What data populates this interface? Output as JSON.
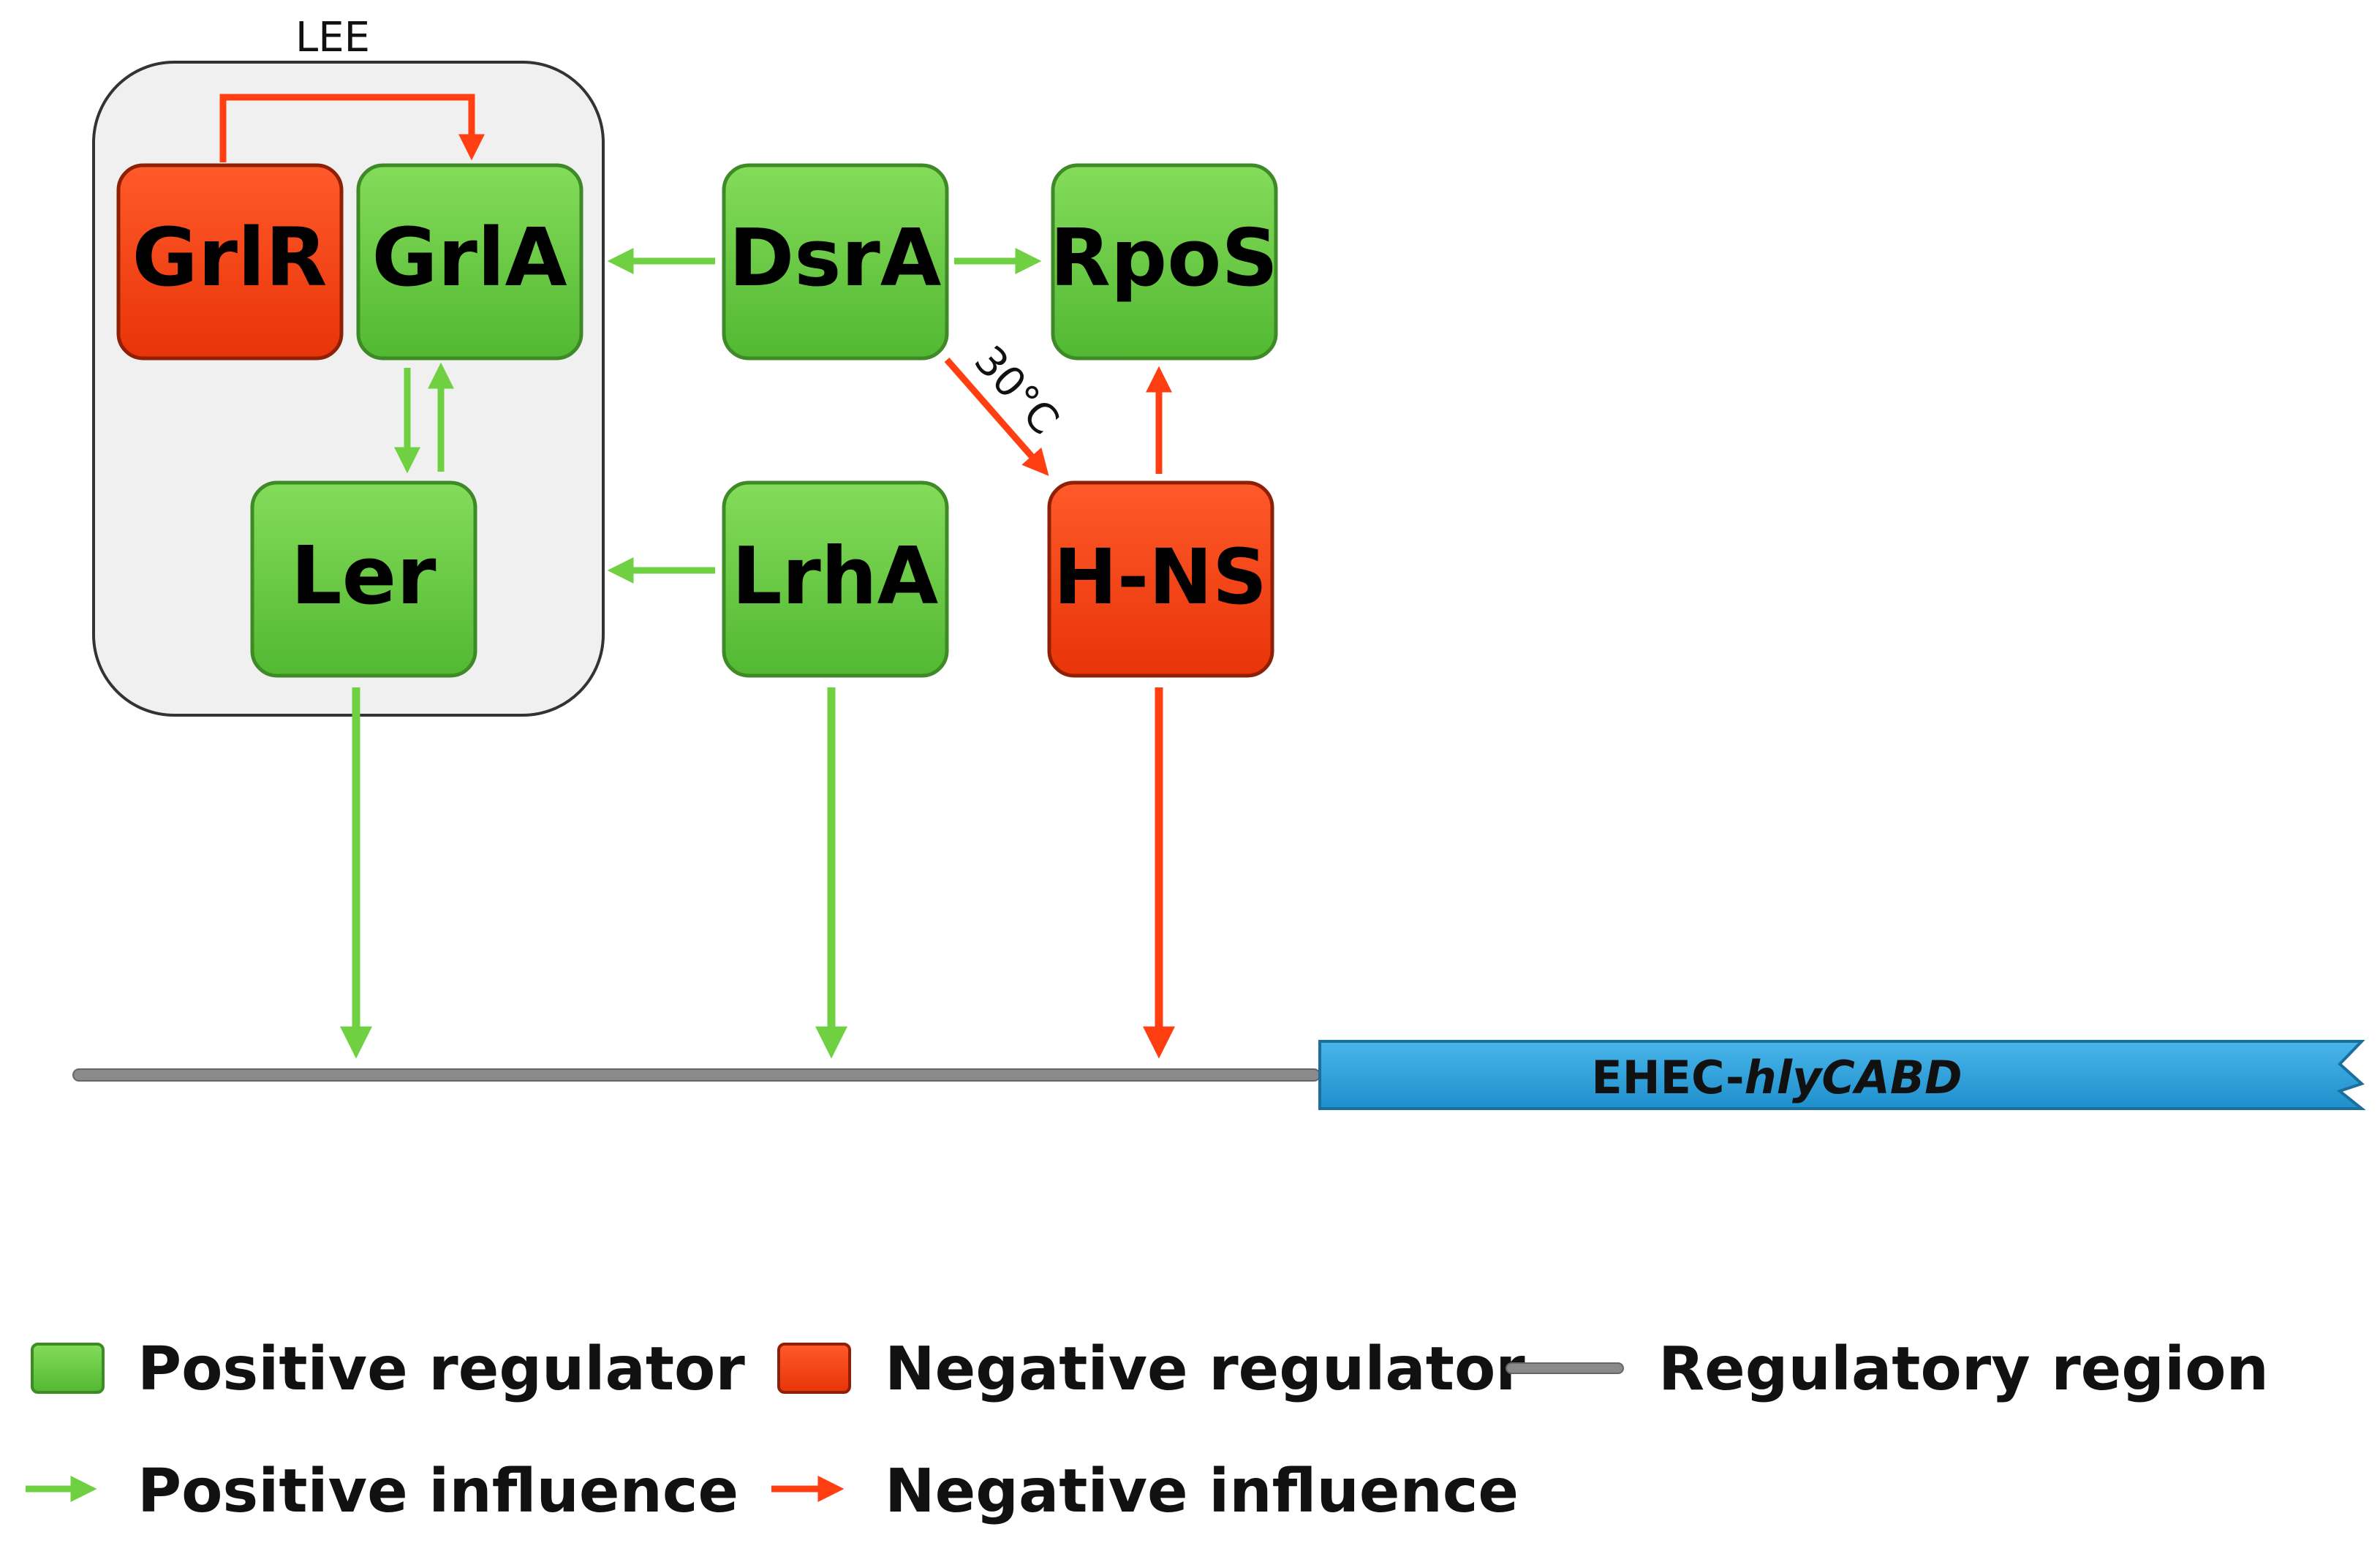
{
  "colors": {
    "positive": "#62cc3e",
    "positive_border": "#3e8a27",
    "negative": "#ff3f0f",
    "negative_border": "#b02a08",
    "arrow_positive": "#6fd041",
    "arrow_negative": "#ff3f12",
    "gene": "#2ea3dc",
    "gene_border": "#1a6f9c",
    "region_line": "#8a8a8a",
    "lee_background": "#f0f0f0",
    "lee_border": "#333333"
  },
  "lee": {
    "label": "LEE"
  },
  "nodes": {
    "grlr": {
      "label": "GrlR",
      "kind": "negative"
    },
    "grla": {
      "label": "GrlA",
      "kind": "positive"
    },
    "dsra": {
      "label": "DsrA",
      "kind": "positive"
    },
    "rpos": {
      "label": "RpoS",
      "kind": "positive"
    },
    "ler": {
      "label": "Ler",
      "kind": "positive"
    },
    "lrha": {
      "label": "LrhA",
      "kind": "positive"
    },
    "hns": {
      "label": "H-NS",
      "kind": "negative"
    }
  },
  "edges": [
    {
      "from": "GrlR",
      "to": "GrlA",
      "kind": "negative"
    },
    {
      "from": "DsrA",
      "to": "GrlA",
      "kind": "positive"
    },
    {
      "from": "DsrA",
      "to": "RpoS",
      "kind": "positive"
    },
    {
      "from": "DsrA",
      "to": "H-NS",
      "kind": "negative",
      "label": "30°C"
    },
    {
      "from": "H-NS",
      "to": "RpoS",
      "kind": "negative"
    },
    {
      "from": "GrlA",
      "to": "Ler",
      "kind": "positive"
    },
    {
      "from": "Ler",
      "to": "GrlA",
      "kind": "positive"
    },
    {
      "from": "LrhA",
      "to": "Ler",
      "kind": "positive"
    },
    {
      "from": "Ler",
      "to": "EHEC-hlyCABD",
      "kind": "positive"
    },
    {
      "from": "LrhA",
      "to": "EHEC-hlyCABD",
      "kind": "positive"
    },
    {
      "from": "H-NS",
      "to": "EHEC-hlyCABD",
      "kind": "negative"
    }
  ],
  "temperature_label": "30°C",
  "gene": {
    "prefix": "EHEC-",
    "name": "hlyCABD"
  },
  "legend": {
    "positive_regulator": "Positive regulator",
    "negative_regulator": "Negative regulator",
    "regulatory_region": "Regulatory region",
    "positive_influence": "Positive influence",
    "negative_influence": "Negative influence"
  }
}
